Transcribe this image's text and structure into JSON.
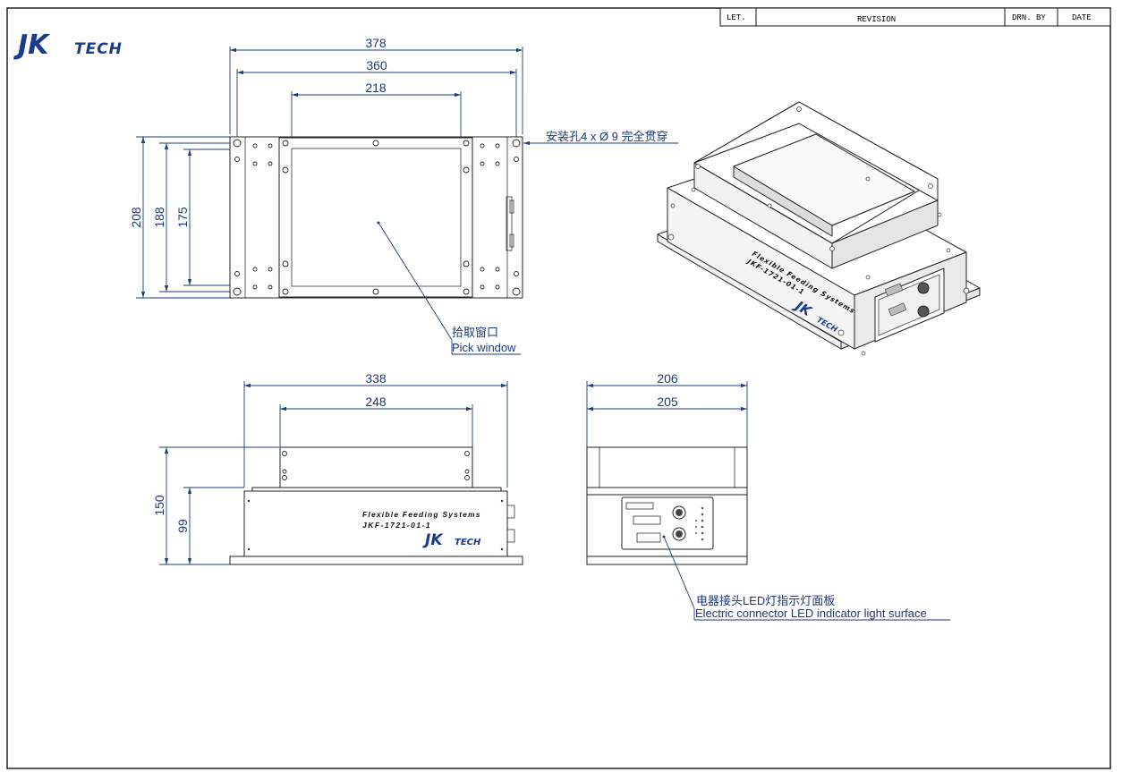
{
  "title_block": {
    "let": "LET.",
    "revision": "REVISION",
    "drn_by": "DRN. BY",
    "date": "DATE"
  },
  "logo": {
    "text_big": "JK",
    "text_small": "TECH"
  },
  "top_view": {
    "dims": [
      "378",
      "360",
      "218"
    ],
    "dims_vertical": [
      "208",
      "188",
      "175"
    ],
    "hole_note": "安装孔4 x Ø 9 完全贯穿",
    "pick_window_cn": "拾取窗口",
    "pick_window_en": "Pick window"
  },
  "front_view": {
    "dims": [
      "338",
      "248"
    ],
    "dims_vertical": [
      "150",
      "99"
    ],
    "product_line": "Flexible Feeding Systems",
    "model": "JKF-1721-01-1"
  },
  "side_view": {
    "dims": [
      "206",
      "205"
    ],
    "panel_note_cn": "电器接头LED灯指示灯面板",
    "panel_note_en": "Electric connector LED indicator light surface"
  },
  "iso_view": {
    "product_line": "Flexible Feeding Systems",
    "model": "JKF-1721-01-1"
  }
}
